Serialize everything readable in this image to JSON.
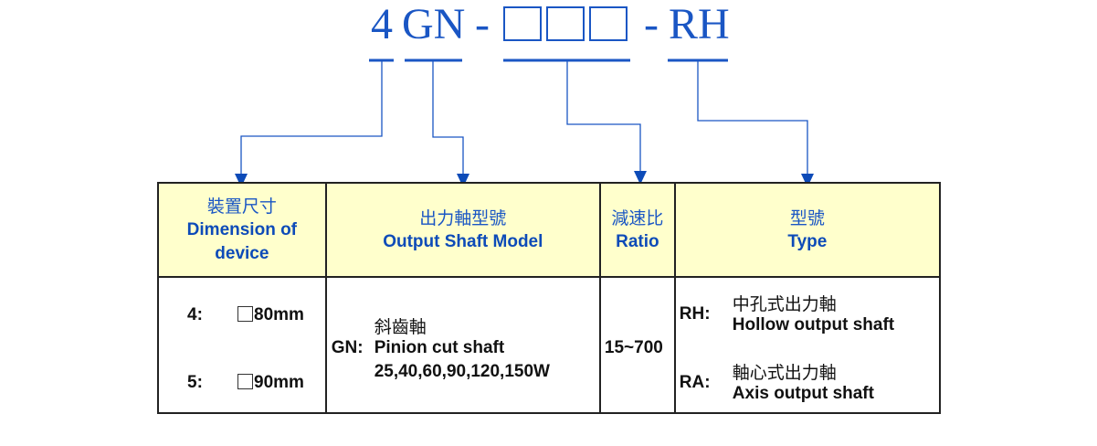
{
  "model_code": {
    "parts": [
      "4",
      "GN",
      "-",
      "-",
      "RH"
    ],
    "ratio_placeholder_boxes": 3
  },
  "table": {
    "headers": [
      {
        "zh": "裝置尺寸",
        "en_line1": "Dimension of",
        "en_line2": "device"
      },
      {
        "zh": "出力軸型號",
        "en": "Output Shaft Model"
      },
      {
        "zh": "減速比",
        "en": "Ratio"
      },
      {
        "zh": "型號",
        "en": "Type"
      }
    ],
    "dimension": [
      {
        "code": "4:",
        "value": "80mm"
      },
      {
        "code": "5:",
        "value": "90mm"
      }
    ],
    "output_shaft": {
      "code": "GN:",
      "zh": "斜齒軸",
      "en": "Pinion cut shaft",
      "powers": "25,40,60,90,120,150W"
    },
    "ratio": "15~700",
    "types": [
      {
        "code": "RH:",
        "zh": "中孔式出力軸",
        "en": "Hollow output shaft"
      },
      {
        "code": "RA:",
        "zh": "軸心式出力軸",
        "en": "Axis output shaft"
      }
    ]
  },
  "colors": {
    "accent_blue": "#1a56c4",
    "header_fill": "#ffffcc",
    "border": "#222222"
  }
}
